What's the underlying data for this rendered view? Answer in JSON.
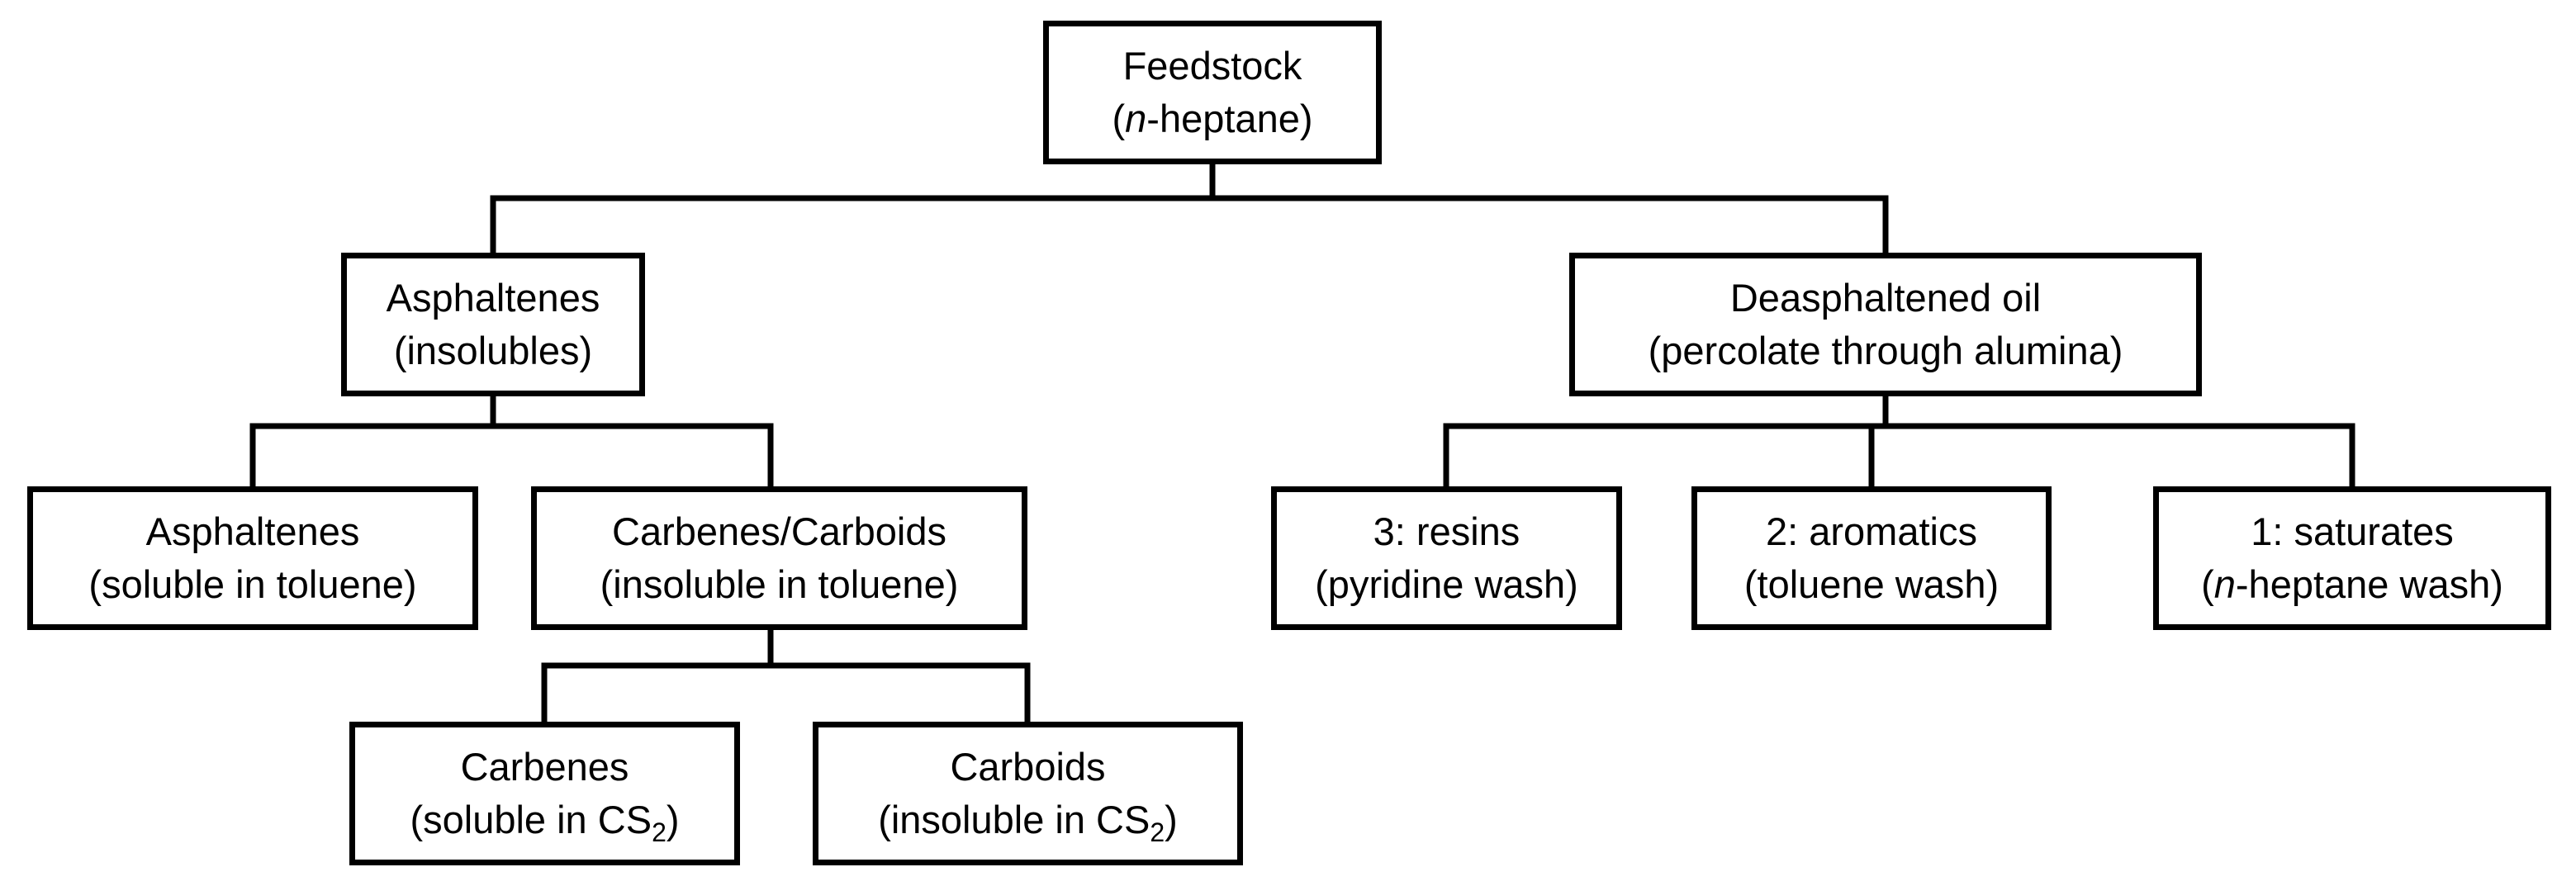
{
  "diagram": {
    "nodes": {
      "feedstock": {
        "line1": "Feedstock",
        "line2_pre": "(",
        "line2_em": "n",
        "line2_post": "-heptane)"
      },
      "asphaltenes": {
        "line1": "Asphaltenes",
        "line2": "(insolubles)"
      },
      "deasphaltened": {
        "line1": "Deasphaltened oil",
        "line2": "(percolate through alumina)"
      },
      "asph_soluble": {
        "line1": "Asphaltenes",
        "line2": "(soluble in toluene)"
      },
      "carb_carb": {
        "line1": "Carbenes/Carboids",
        "line2": "(insoluble in toluene)"
      },
      "resins": {
        "line1": "3: resins",
        "line2": "(pyridine wash)"
      },
      "aromatics": {
        "line1": "2: aromatics",
        "line2": "(toluene wash)"
      },
      "saturates": {
        "line1": "1: saturates",
        "line2_pre": "(",
        "line2_em": "n",
        "line2_post": "-heptane wash)"
      },
      "carbenes": {
        "line1": "Carbenes",
        "line2_pre": "(soluble in CS",
        "line2_sub": "2",
        "line2_post": ")"
      },
      "carboids": {
        "line1": "Carboids",
        "line2_pre": "(insoluble in CS",
        "line2_sub": "2",
        "line2_post": ")"
      }
    }
  }
}
